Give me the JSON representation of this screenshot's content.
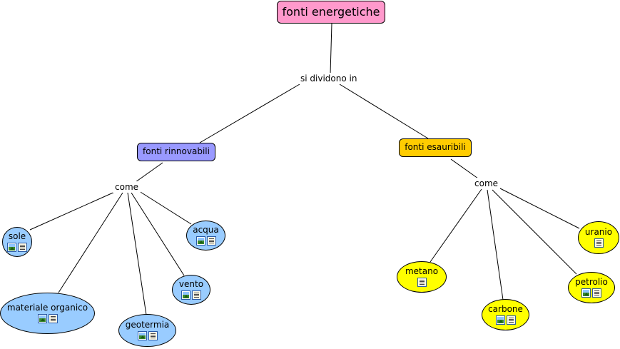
{
  "colors": {
    "root": "#ff99cc",
    "renewable": "#9999ff",
    "exhaustible": "#ffcc00",
    "renewable_leaf": "#99ccff",
    "exhaustible_leaf": "#ffff00",
    "line": "#000000"
  },
  "root": {
    "label": "fonti energetiche"
  },
  "link_main": {
    "label": "si dividono in"
  },
  "renewable": {
    "label": "fonti rinnovabili",
    "link": "come",
    "items": [
      {
        "label": "sole",
        "icons": [
          "image-icon",
          "document-icon"
        ]
      },
      {
        "label": "acqua",
        "icons": [
          "image-icon",
          "document-icon"
        ]
      },
      {
        "label": "vento",
        "icons": [
          "image-icon",
          "document-icon"
        ]
      },
      {
        "label": "materiale organico",
        "icons": [
          "image-icon",
          "document-icon"
        ]
      },
      {
        "label": "geotermia",
        "icons": [
          "image-icon",
          "document-icon"
        ]
      }
    ]
  },
  "exhaustible": {
    "label": "fonti esauribili",
    "link": "come",
    "items": [
      {
        "label": "uranio",
        "icons": [
          "document-icon"
        ]
      },
      {
        "label": "metano",
        "icons": [
          "document-icon"
        ]
      },
      {
        "label": "petrolio",
        "icons": [
          "image-icon",
          "document-icon"
        ]
      },
      {
        "label": "carbone",
        "icons": [
          "image-icon",
          "document-icon"
        ]
      }
    ]
  }
}
